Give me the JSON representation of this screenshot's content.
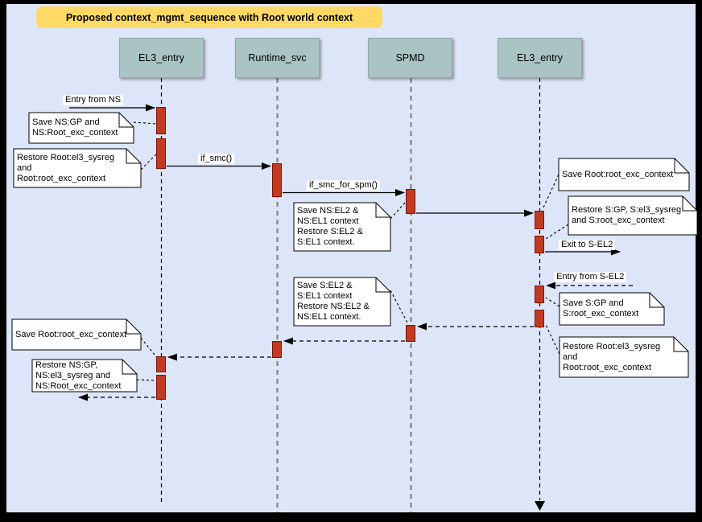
{
  "title": "Proposed context_mgmt_sequence with Root world context",
  "lifelines": [
    {
      "name": "EL3_entry"
    },
    {
      "name": "Runtime_svc"
    },
    {
      "name": "SPMD"
    },
    {
      "name": "EL3_entry"
    }
  ],
  "messages": [
    {
      "label": "Entry from NS"
    },
    {
      "label": "if_smc()"
    },
    {
      "label": "if_smc_for_spm()"
    },
    {
      "label": "Exit to S-EL2"
    },
    {
      "label": "Entry from S-EL2"
    }
  ],
  "notes": [
    {
      "text": "Save NS:GP and\nNS:Root_exc_context"
    },
    {
      "text": "Restore Root:el3_sysreg\nand\nRoot:root_exc_context"
    },
    {
      "text": "Save NS:EL2 &\nNS:EL1 context\nRestore S:EL2 &\nS:EL1 context."
    },
    {
      "text": "Save Root:root_exc_context"
    },
    {
      "text": "Restore S:GP, S:el3_sysreg\nand S:root_exc_context"
    },
    {
      "text": "Save S:EL2 &\nS:EL1 context\nRestore NS:EL2 &\nNS:EL1 context."
    },
    {
      "text": "Save S:GP and\nS:root_exc_context"
    },
    {
      "text": "Restore Root:el3_sysreg\nand\nRoot:root_exc_context"
    },
    {
      "text": "Save Root:root_exc_context"
    },
    {
      "text": "Restore NS:GP,\nNS:el3_sysreg and\nNS:Root_exc_context"
    }
  ],
  "colors": {
    "frame": "#000000",
    "background": "#dde5f8",
    "title_bg": "#ffd966",
    "lifeline_header_bg": "#a9c4c2",
    "activation_fill": "#c13a22",
    "activation_border": "#7f1204",
    "note_bg": "#ffffff",
    "gray_lifeline": "#8c8c8c"
  }
}
